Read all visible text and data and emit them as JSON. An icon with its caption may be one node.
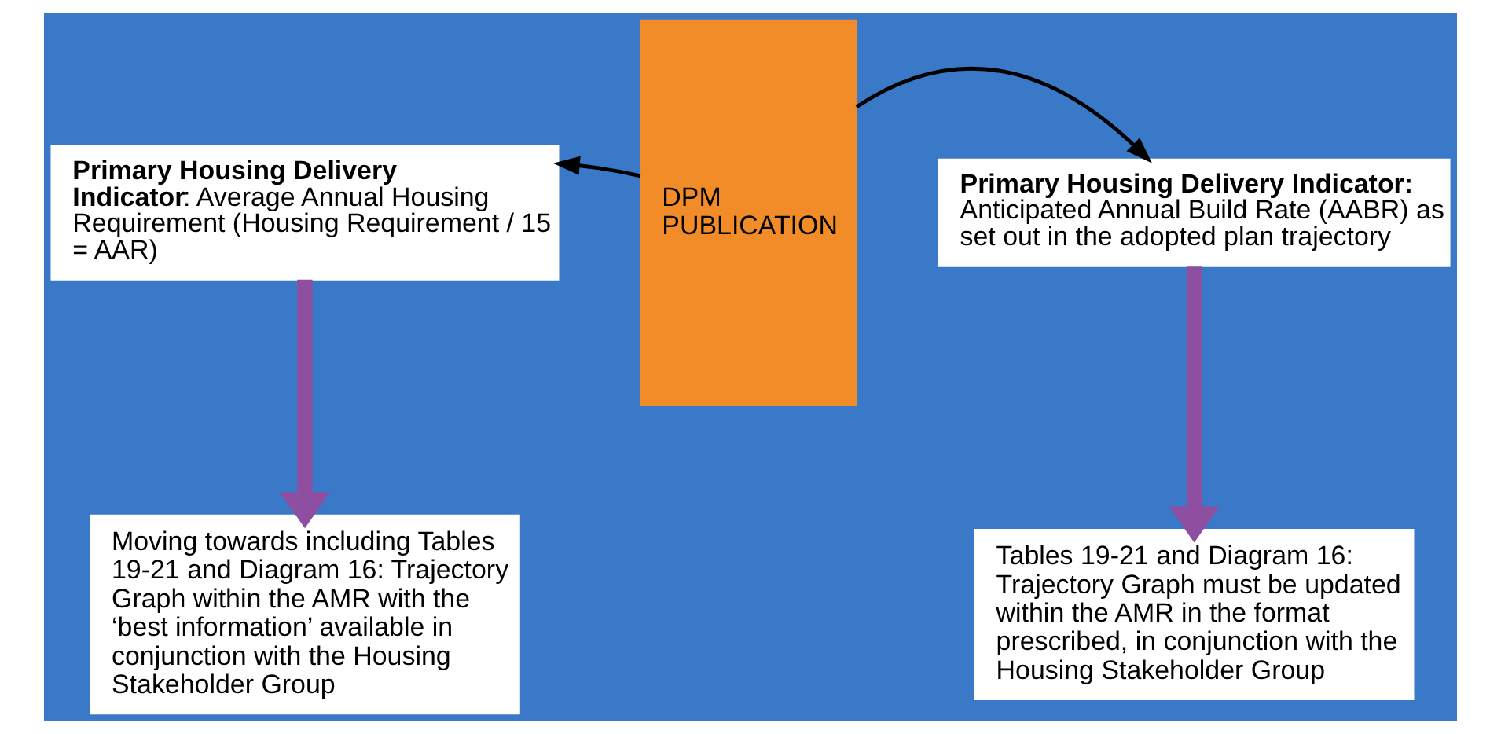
{
  "diagram": {
    "nodes": [
      {
        "text": [
          "**Primary Housing Delivery Indicator**: Average Annual Housing Requirement (Housing Requirement / 15 = AAR)"
        ]
      },
      {
        "text": [
          "DPM PUBLICATION"
        ]
      },
      {
        "text": [
          "**Primary Housing Delivery Indicator:** Anticipated Annual Build Rate (AABR) as set out in the adopted plan trajectory"
        ]
      },
      {
        "text": [
          "Moving towards including Tables 19-21 and Diagram 16: Trajectory Graph within the AMR with the ‘best information’ available in conjunction with the Housing Stakeholder Group"
        ]
      },
      {
        "text": [
          "Tables 19-21 and Diagram 16: Trajectory Graph must be updated within the AMR in the format prescribed, in conjunction with the Housing Stakeholder Group"
        ]
      }
    ],
    "edges": [
      {
        "from": 1,
        "to": 0,
        "arrow": "to"
      },
      {
        "from": 1,
        "to": 2,
        "arrow": "to"
      },
      {
        "from": 0,
        "to": 3,
        "arrow": "to",
        "style": "thick",
        "color": "#8e4fa0"
      },
      {
        "from": 2,
        "to": 4,
        "arrow": "to",
        "style": "thick",
        "color": "#8e4fa0"
      }
    ]
  }
}
